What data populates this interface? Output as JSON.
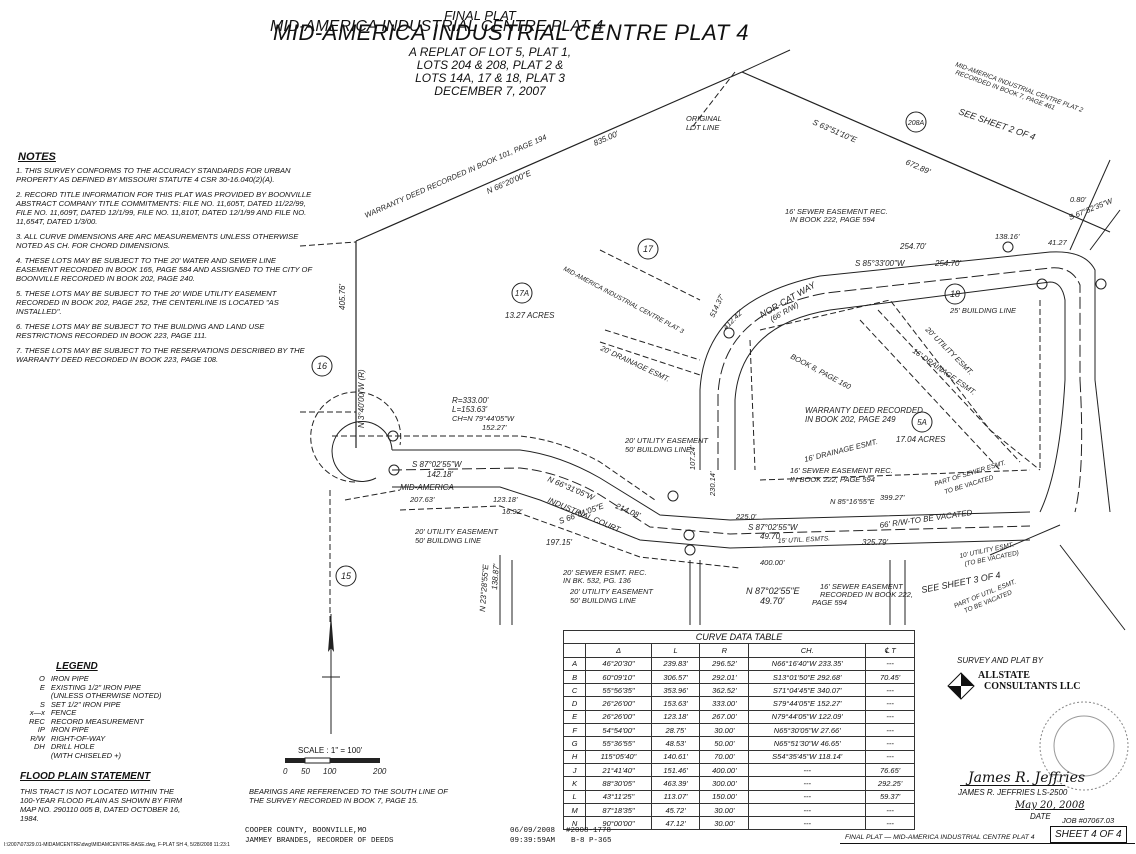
{
  "title": {
    "final_plat": "FINAL PLAT",
    "main": "MID-AMERICA INDUSTRIAL CENTRE PLAT 4",
    "sub1": "A REPLAT OF LOT 5, PLAT 1,",
    "sub2": "LOTS 204 & 208, PLAT 2 &",
    "sub3": "LOTS 14A, 17 & 18, PLAT 3",
    "date": "DECEMBER 7, 2007"
  },
  "notes": {
    "heading": "NOTES",
    "items": [
      "1. THIS SURVEY CONFORMS TO THE ACCURACY STANDARDS FOR URBAN PROPERTY AS DEFINED BY MISSOURI STATUTE 4 CSR 30-16.040(2)(A).",
      "2. RECORD TITLE INFORMATION FOR THIS PLAT WAS PROVIDED BY BOONVILLE ABSTRACT COMPANY TITLE COMMITMENTS: FILE NO. 11,605T, DATED 11/22/99, FILE NO. 11,609T, DATED 12/1/99, FILE NO. 11,810T, DATED 12/1/99 AND FILE NO. 11,654T, DATED 1/3/00.",
      "3. ALL CURVE DIMENSIONS ARE ARC MEASUREMENTS UNLESS OTHERWISE NOTED AS CH. FOR CHORD DIMENSIONS.",
      "4. THESE LOTS MAY BE SUBJECT TO THE 20' WATER AND SEWER LINE EASEMENT RECORDED IN BOOK 165, PAGE 584 AND ASSIGNED TO THE CITY OF BOONVILLE RECORDED IN BOOK 202, PAGE 240.",
      "5. THESE LOTS MAY BE SUBJECT TO THE 20' WIDE UTILITY EASEMENT RECORDED IN BOOK 202, PAGE 252, THE CENTERLINE IS LOCATED \"AS INSTALLED\".",
      "6. THESE LOTS MAY BE SUBJECT TO THE BUILDING AND LAND USE RESTRICTIONS RECORDED IN BOOK 223, PAGE 111.",
      "7. THESE LOTS MAY BE SUBJECT TO THE RESERVATIONS DESCRIBED BY THE WARRANTY DEED RECORDED IN BOOK 223, PAGE 108."
    ]
  },
  "map_labels": {
    "deed_top": "WARRANTY DEED RECORDED IN BOOK 101, PAGE 194",
    "bearing_top": "N 66°20'00\"E",
    "dist_top": "835.00'",
    "original_lot": "ORIGINAL",
    "original_lot2": "LOT LINE",
    "bearing_ne": "S 63°51'10\"E",
    "dist_ne": "672.89'",
    "lot_208a": "208A",
    "see_sheet2": "SEE SHEET 2 OF 4",
    "mid_plat2": "MID-AMERICA INDUSTRIAL CENTRE PLAT 2",
    "mid_plat2b": "RECORDED IN BOOK 7, PAGE 461",
    "lot_17": "17",
    "lot_17a": "17A",
    "acres_17a": "13.27 ACRES",
    "mid_plat3": "MID-AMERICA INDUSTRIAL CENTRE PLAT 3",
    "lot_16": "16",
    "west_bearing": "N 3°40'00\"W (R)",
    "west_dist": "405.76'",
    "curve_r": "R=333.00'",
    "curve_l": "L=153.63'",
    "curve_ch": "CH=N 79°44'05\"W",
    "curve_chd": "152.27'",
    "utility1": "20' UTILITY EASEMENT",
    "building1": "50' BUILDING LINE",
    "mid_america": "MID-AMERICA",
    "s87": "S 87°02'55\"W",
    "s87d": "142.18'",
    "d207": "207.63'",
    "d123": "123.18'",
    "d1692": "16.92'",
    "n66": "N 66°31'05\"W",
    "n66d": "214.08'",
    "industrial_court": "INDUSTRIAL COURT",
    "s66": "S 66°31'05\"E",
    "s66d": "197.15'",
    "utility2": "20' UTILITY EASEMENT",
    "building2": "50' BUILDING LINE",
    "lot_15": "15",
    "n23": "N 23°28'55\"E",
    "n23d": "138.87'",
    "sewer_esmt": "20' SEWER ESMT. REC.",
    "sewer_esmt2": "IN BK. 532, PG. 136",
    "utility3": "20' UTILITY EASEMENT",
    "building3": "50' BUILDING LINE",
    "nor_cat": "NOR-CAT WAY",
    "nor_cat_rw": "(66' R/W)",
    "s85": "S 85°33'00\"W",
    "d254": "254.70'",
    "d254b": "254.70'",
    "lot_18": "18",
    "bl25": "25' BUILDING LINE",
    "lot_5a": "5A",
    "acres_5a": "17.04 ACRES",
    "wd_202": "WARRANTY DEED RECORDED",
    "wd_202b": "IN BOOK 202, PAGE 249",
    "book8": "BOOK 8, PAGE 160",
    "sewer_222": "16' SEWER EASEMENT REC.",
    "sewer_222b": "IN BOOK 222, PAGE 594",
    "sewer_222c": "16' SEWER EASEMENT REC.",
    "sewer_222d": "IN BOOK 222, PAGE 594",
    "drainage16": "16' DRAINAGE ESMT.",
    "drainage16b": "16' DRAINAGE ESMT.",
    "drainage20": "20' DRAINAGE ESMT.",
    "n85": "N 85°16'55\"E",
    "n85d": "399.27'",
    "vacated": "66' R/W-TO BE VACATED",
    "part_sewer": "PART OF SEWER ESMT.",
    "part_sewer2": "TO BE VACATED",
    "s87b": "S 87°02'55\"W",
    "s87bd": "49.70",
    "d325": "325.79'",
    "d400": "400.00'",
    "n87": "N 87°02'55\"E",
    "n87d": "49.70'",
    "sewer_rec": "16' SEWER EASEMENT",
    "sewer_rec2": "RECORDED IN BOOK 222,",
    "sewer_rec3": "PAGE 594",
    "see_sheet3": "SEE SHEET 3 OF 4",
    "util_esmt10": "10' UTILITY ESMT.",
    "util_esmt10b": "(TO BE VACATED)",
    "part_util": "PART OF UTIL. ESMT.",
    "part_util2": "TO BE VACATED",
    "util15": "15' UTIL. ESMTS.",
    "s67": "S 67°52'35\"W",
    "d080": "0.80'",
    "d4127": "41.27",
    "d138": "138.16'",
    "util20": "20' UTILITY ESMT.",
    "drain_esmt": "16' DRAINAGE ESMT.",
    "d412": "412.42'",
    "d514": "514.37'",
    "d107": "107.24'",
    "d230": "230.14'",
    "d225": "225.0'"
  },
  "scale": {
    "label": "SCALE : 1\" = 100'",
    "ticks": [
      "0",
      "50",
      "100",
      "200"
    ]
  },
  "bearings_note": "BEARINGS ARE REFERENCED TO THE SOUTH LINE OF THE SURVEY RECORDED IN BOOK 7, PAGE 15.",
  "legend": {
    "heading": "LEGEND",
    "rows": [
      [
        "O",
        "IRON PIPE"
      ],
      [
        "E",
        "EXISTING 1/2\" IRON PIPE"
      ],
      [
        "",
        "(UNLESS OTHERWISE NOTED)"
      ],
      [
        "S",
        "SET 1/2\" IRON PIPE"
      ],
      [
        "x—x",
        "FENCE"
      ],
      [
        "REC",
        "RECORD MEASUREMENT"
      ],
      [
        "IP",
        "IRON PIPE"
      ],
      [
        "R/W",
        "RIGHT-OF-WAY"
      ],
      [
        "DH",
        "DRILL HOLE"
      ],
      [
        "",
        "(WITH CHISELED +)"
      ]
    ]
  },
  "flood": {
    "heading": "FLOOD PLAIN STATEMENT",
    "text": "THIS TRACT IS NOT LOCATED WITHIN THE 100-YEAR FLOOD PLAIN AS SHOWN BY FIRM MAP NO. 290110 005 B, DATED OCTOBER 16, 1984."
  },
  "curve_table": {
    "title": "CURVE DATA TABLE",
    "headers": [
      "",
      "Δ",
      "L",
      "R",
      "CH.",
      "℄ T"
    ],
    "rows": [
      [
        "A",
        "46°20'30\"",
        "239.83'",
        "296.52'",
        "N66°16'40\"W 233.35'",
        "---"
      ],
      [
        "B",
        "60°09'10\"",
        "306.57'",
        "292.01'",
        "S13°01'50\"E 292.68'",
        "70.45'"
      ],
      [
        "C",
        "55°56'35\"",
        "353.96'",
        "362.52'",
        "S71°04'45\"E 340.07'",
        "---"
      ],
      [
        "D",
        "26°26'00\"",
        "153.63'",
        "333.00'",
        "S79°44'05\"E 152.27'",
        "---"
      ],
      [
        "E",
        "26°26'00\"",
        "123.18'",
        "267.00'",
        "N79°44'05\"W 122.09'",
        "---"
      ],
      [
        "F",
        "54°54'00\"",
        "28.75'",
        "30.00'",
        "N65°30'05\"W 27.66'",
        "---"
      ],
      [
        "G",
        "55°36'55\"",
        "48.53'",
        "50.00'",
        "N65°51'30\"W 46.65'",
        "---"
      ],
      [
        "H",
        "115°05'40\"",
        "140.61'",
        "70.00'",
        "S54°35'45\"W 118.14'",
        "---"
      ],
      [
        "J",
        "21°41'40\"",
        "151.46'",
        "400.00'",
        "---",
        "76.65'"
      ],
      [
        "K",
        "88°30'05\"",
        "463.39'",
        "300.00'",
        "---",
        "292.25'"
      ],
      [
        "L",
        "43°11'25\"",
        "113.07'",
        "150.00'",
        "---",
        "59.37'"
      ],
      [
        "M",
        "87°18'35\"",
        "45.72'",
        "30.00'",
        "---",
        "---"
      ],
      [
        "N",
        "90°00'00\"",
        "47.12'",
        "30.00'",
        "---",
        "---"
      ]
    ]
  },
  "surveyor": {
    "label": "SURVEY AND PLAT BY",
    "company1": "ALLSTATE",
    "company2": "CONSULTANTS LLC",
    "signature": "James R. Jeffries",
    "name": "JAMES R. JEFFRIES  LS-2500",
    "date_sig": "May 20, 2008",
    "date_label": "DATE",
    "job": "JOB #07067.03"
  },
  "footer": {
    "path": "I:\\2007\\07329.01-MIDAMCENTRE\\dwg\\MIDAMCENTRE-BASE.dwg, F-PLAT SH 4, 5/28/2008 11:23:1",
    "county": "COOPER COUNTY, BOONVILLE,MO",
    "recorder": "JAMMEY BRANDES, RECORDER OF DEEDS",
    "rec_date": "06/09/2008",
    "rec_time": "09:39:59AM",
    "rec_no": "#2008-1778",
    "rec_book": "B-8 P-365",
    "plat_name": "FINAL PLAT — MID-AMERICA INDUSTRIAL CENTRE PLAT 4",
    "sheet": "SHEET 4 OF 4"
  }
}
